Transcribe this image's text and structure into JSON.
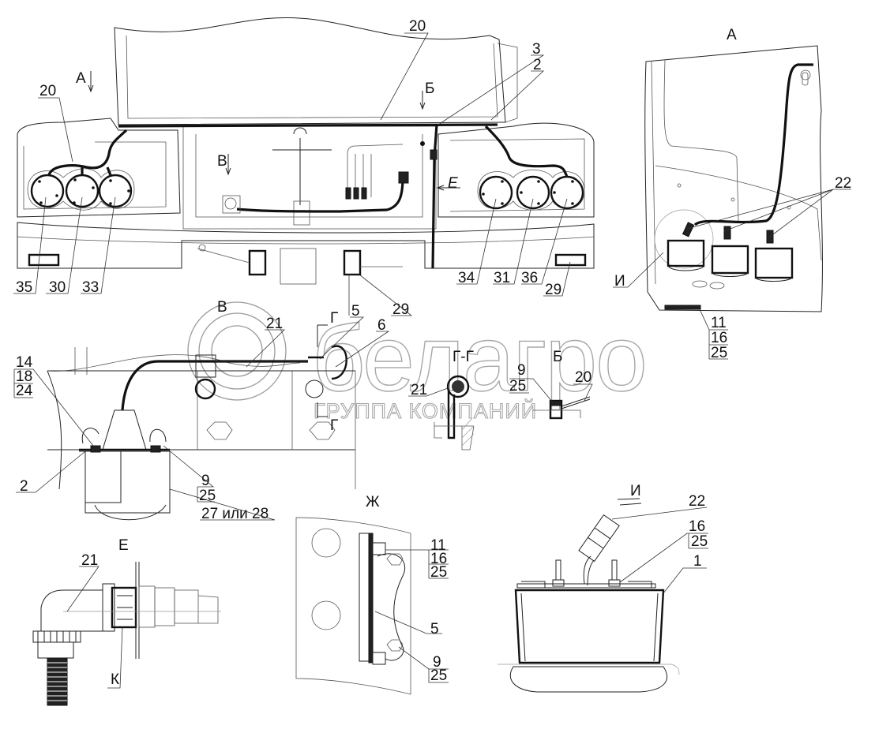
{
  "drawing": {
    "title": "Electrical equipment installation — rear lights, sockets and gauges",
    "watermark": {
      "brand": "белагро",
      "subtitle": "ГРУППА КОМПАНИЙ"
    },
    "main_view": {
      "view_arrows": {
        "A": "А",
        "B": "Б",
        "V": "В",
        "E": "Е"
      },
      "callouts": {
        "c20_left": "20",
        "c20_top": "20",
        "c3": "3",
        "c2": "2",
        "c35": "35",
        "c30": "30",
        "c33": "33",
        "c34": "34",
        "c31": "31",
        "c36": "36",
        "c29a": "29",
        "c29b": "29"
      }
    },
    "view_A": {
      "title": "А",
      "callouts": {
        "c22": "22",
        "cI": "И",
        "c11": "11",
        "c16": "16",
        "c25": "25"
      }
    },
    "view_V": {
      "title": "В",
      "callouts": {
        "c21": "21",
        "c5": "5",
        "c6": "6",
        "cG_top": "Г",
        "cG_bottom": "Г",
        "c14": "14",
        "c18": "18",
        "c24": "24",
        "c2": "2",
        "c9": "9",
        "c25": "25",
        "c27": "27 или 28"
      }
    },
    "section_GG": {
      "title": "Г-Г",
      "callouts": {
        "c21": "21"
      }
    },
    "view_B": {
      "title": "Б",
      "callouts": {
        "c9": "9",
        "c25": "25",
        "c20": "20"
      }
    },
    "view_E": {
      "title": "Е",
      "callouts": {
        "c21": "21",
        "cK": "К"
      }
    },
    "view_Zh": {
      "title": "Ж",
      "callouts": {
        "c11": "11",
        "c16": "16",
        "c25a": "25",
        "c5": "5",
        "c9": "9",
        "c25b": "25"
      }
    },
    "view_I": {
      "title": "И",
      "callouts": {
        "c22": "22",
        "c16": "16",
        "c25": "25",
        "c1": "1"
      }
    }
  }
}
